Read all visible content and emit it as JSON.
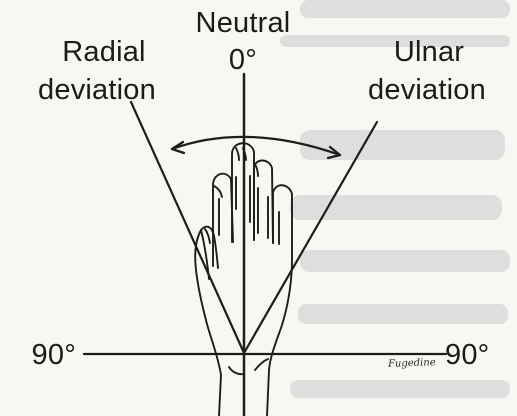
{
  "labels": {
    "neutral": "Neutral",
    "neutral_degree": "0°",
    "radial_line1": "Radial",
    "radial_line2": "deviation",
    "ulnar_line1": "Ulnar",
    "ulnar_line2": "deviation",
    "left_degree": "90°",
    "right_degree": "90°"
  },
  "signature": "Fugedine",
  "colors": {
    "paper": "#f8f8f3",
    "ink": "#1d1d1d",
    "bleed": "#b8bcc0"
  },
  "angles": {
    "neutral_deg": 0,
    "horizontal_deg": 90
  }
}
